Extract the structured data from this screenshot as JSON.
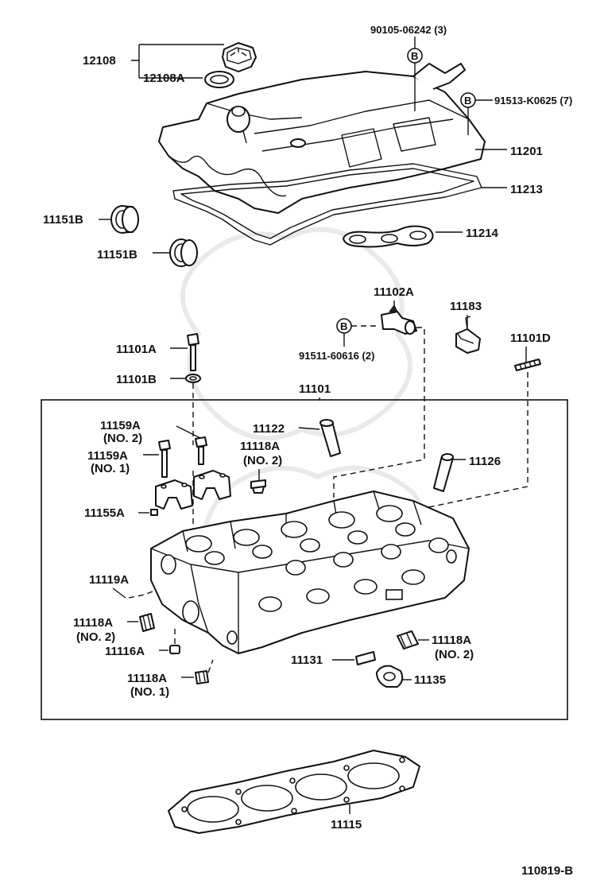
{
  "diagram_id": "110819-B",
  "labels": {
    "p12108": "12108",
    "p12108A": "12108A",
    "p90105": "90105-06242 (3)",
    "p91513": "91513-K0625 (7)",
    "p11201": "11201",
    "p11213": "11213",
    "p11214": "11214",
    "p11151B_1": "11151B",
    "p11151B_2": "11151B",
    "p11102A": "11102A",
    "p11183": "11183",
    "p91511": "91511-60616 (2)",
    "p11101A": "11101A",
    "p11101B": "11101B",
    "p11101D": "11101D",
    "p11101": "11101",
    "p11159A_no2": "11159A",
    "p11159A_no2_note": "(NO. 2)",
    "p11159A_no1": "11159A",
    "p11159A_no1_note": "(NO. 1)",
    "p11122": "11122",
    "p11118A_top": "11118A",
    "p11118A_top_note": "(NO. 2)",
    "p11126": "11126",
    "p11155A": "11155A",
    "p11119A": "11119A",
    "p11118A_left": "11118A",
    "p11118A_left_note": "(NO. 2)",
    "p11116A": "11116A",
    "p11118A_bottom": "11118A",
    "p11118A_bottom_note": "(NO. 1)",
    "p11131": "11131",
    "p11118A_right": "11118A",
    "p11118A_right_note": "(NO. 2)",
    "p11135": "11135",
    "p11115": "11115"
  },
  "markers": {
    "b1": "B",
    "b2": "B",
    "b3": "B"
  }
}
